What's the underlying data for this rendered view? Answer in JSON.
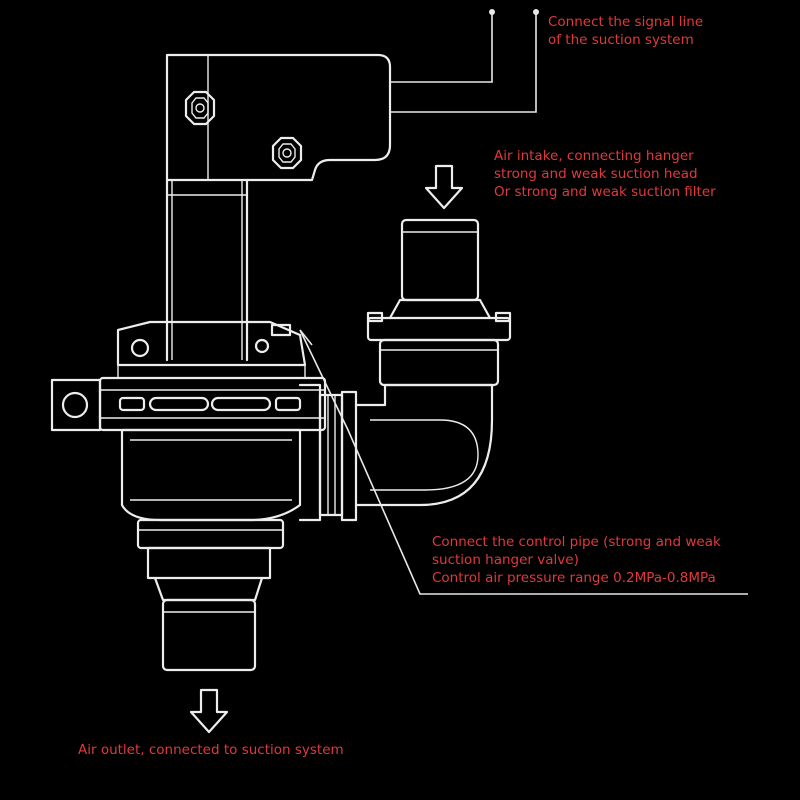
{
  "labels": {
    "signal_line": [
      "Connect the signal line",
      "of the suction system"
    ],
    "air_intake": [
      "Air intake, connecting hanger",
      "strong and weak suction head",
      "Or strong and weak suction filter"
    ],
    "control_pipe": [
      "Connect the control pipe (strong and weak",
      "suction hanger valve)",
      "Control air pressure range 0.2MPa-0.8MPa"
    ],
    "air_outlet": "Air outlet, connected to suction system"
  },
  "colors": {
    "background": "#000000",
    "linework": "#ededed",
    "label_text": "#e0393b"
  }
}
